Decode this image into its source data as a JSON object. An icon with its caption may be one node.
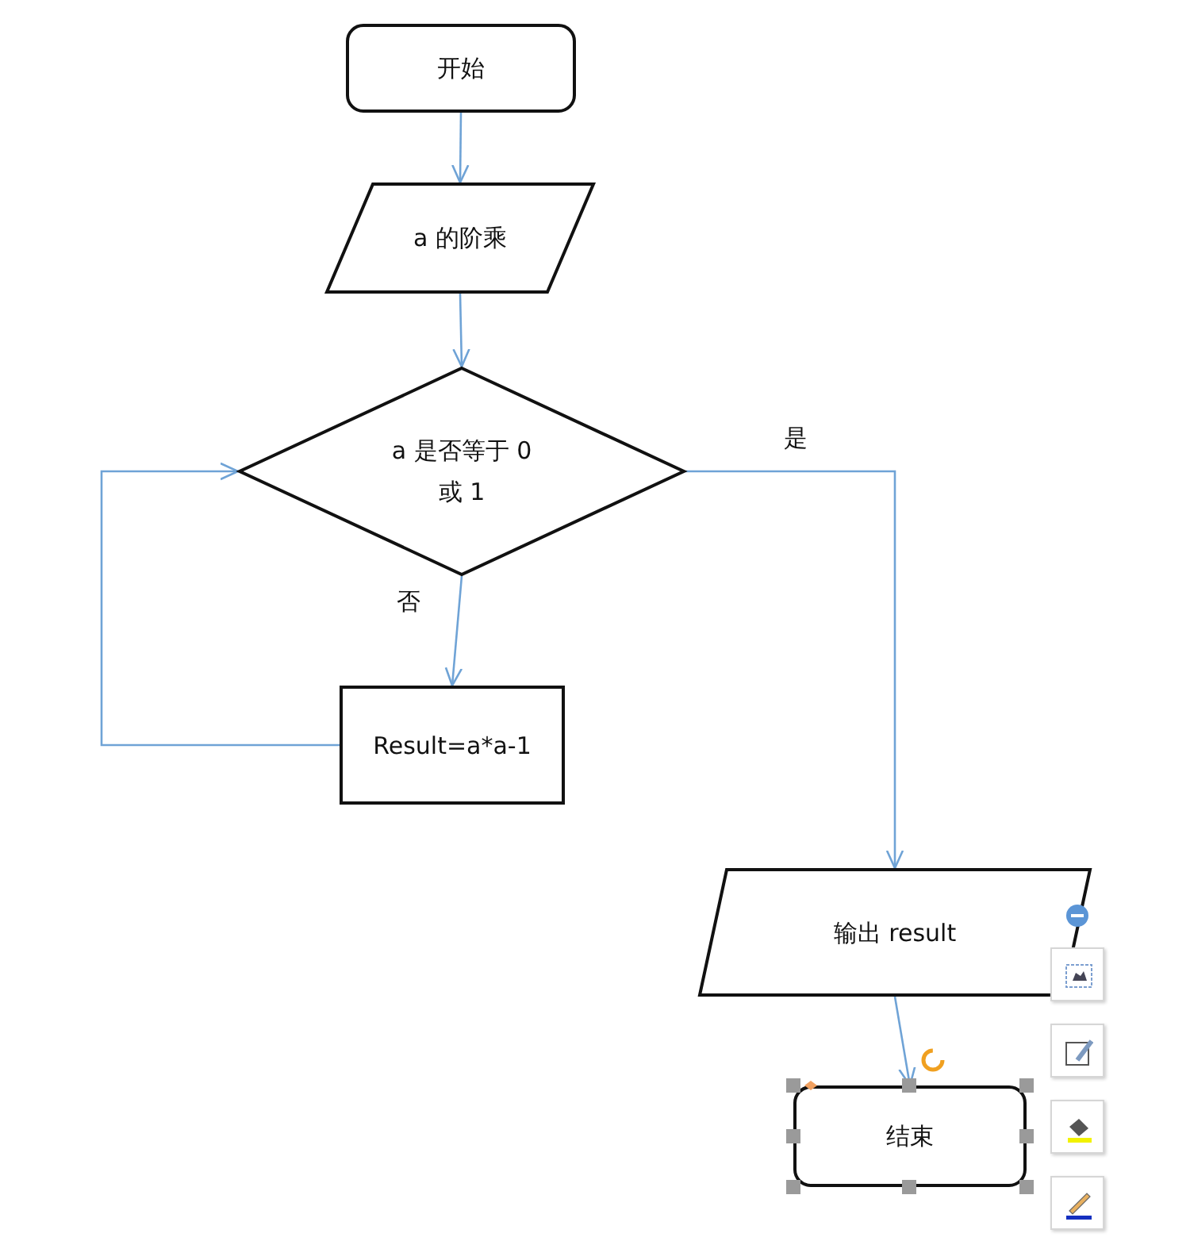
{
  "diagram": {
    "nodes": [
      {
        "text": [
          "开始"
        ]
      },
      {
        "text": [
          "a 的阶乘"
        ]
      },
      {
        "text": [
          "a 是否等于 0 或 1"
        ]
      },
      {
        "text": [
          "Result=a*a-1"
        ]
      },
      {
        "text": [
          "输出 result"
        ]
      },
      {
        "text": [
          "结束"
        ]
      }
    ],
    "edges": [
      {
        "from": 0,
        "to": 1,
        "arrow": "to"
      },
      {
        "from": 1,
        "to": 2,
        "arrow": "to"
      },
      {
        "from": 2,
        "to": 3,
        "arrow": "to",
        "label": "否"
      },
      {
        "from": 3,
        "to": 2,
        "arrow": "to"
      },
      {
        "from": 2,
        "to": 4,
        "arrow": "to",
        "label": "是"
      },
      {
        "from": 4,
        "to": 5,
        "arrow": "to"
      }
    ]
  }
}
